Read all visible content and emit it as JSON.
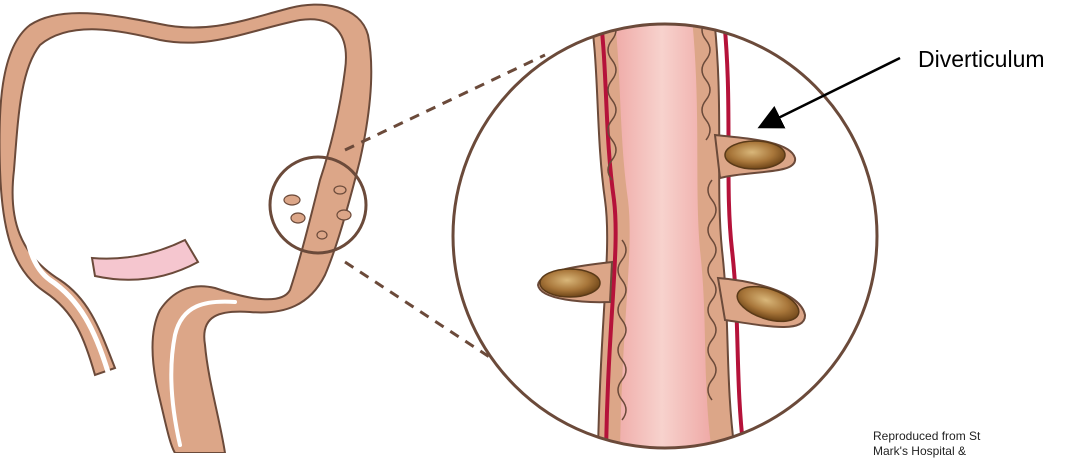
{
  "diagram": {
    "callout_label": "Diverticulum",
    "credit_lines": [
      "Reproduced from St",
      "Mark's Hospital &"
    ]
  },
  "colors": {
    "colon_tan": "#DCA688",
    "colon_outline": "#6B4A3A",
    "mucosa_white": "#FFFFFF",
    "lumen_pink": "#F2B8B5",
    "lumen_center": "#F6CEC9",
    "vessel_red": "#B5123A",
    "pouch_brown": "#9C6A2E",
    "appendix_pink": "#F5C6CF",
    "dash_brown": "#6B4A3A"
  },
  "icons": [
    "arrow-icon"
  ]
}
